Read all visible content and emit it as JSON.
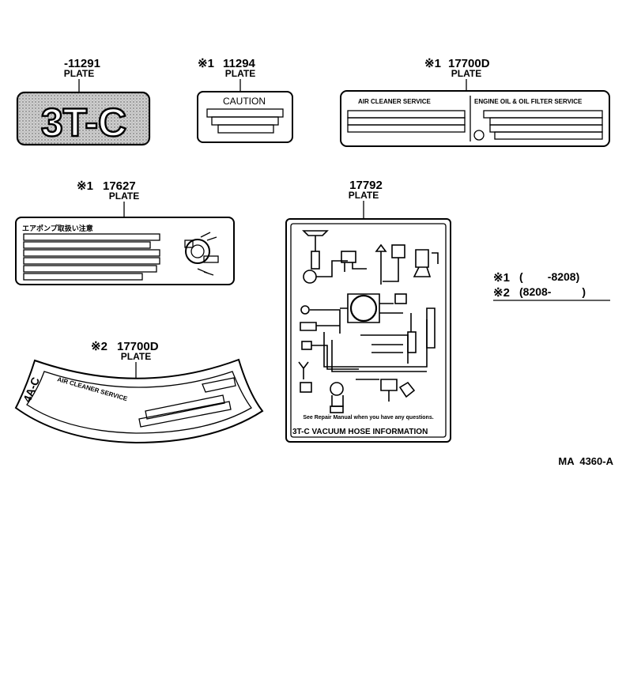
{
  "parts": {
    "p11291": {
      "number": "-11291",
      "name": "PLATE",
      "plate_text": "3T-C"
    },
    "p11294": {
      "prefix": "※1",
      "number": "11294",
      "name": "PLATE",
      "plate_text": "CAUTION"
    },
    "p17700d_1": {
      "prefix": "※1",
      "number": "17700D",
      "name": "PLATE",
      "left_heading": "AIR CLEANER SERVICE",
      "right_heading": "ENGINE OIL & OIL FILTER SERVICE"
    },
    "p17627": {
      "prefix": "※1",
      "number": "17627",
      "name": "PLATE",
      "heading": "エアポンプ取扱い注意"
    },
    "p17792": {
      "number": "17792",
      "name": "PLATE",
      "footnote": "See Repair Manual when you have any questions.",
      "footer": "3T-C  VACUUM HOSE INFORMATION"
    },
    "p17700d_2": {
      "prefix": "※2",
      "number": "17700D",
      "name": "PLATE",
      "side_text": "4A-C",
      "heading": "AIR CLEANER SERVICE"
    }
  },
  "legend": {
    "row1": {
      "mark": "※1",
      "text": "(        -8208)"
    },
    "row2": {
      "mark": "※2",
      "text": "(8208-          )"
    }
  },
  "figure_code": "MA  4360-A"
}
